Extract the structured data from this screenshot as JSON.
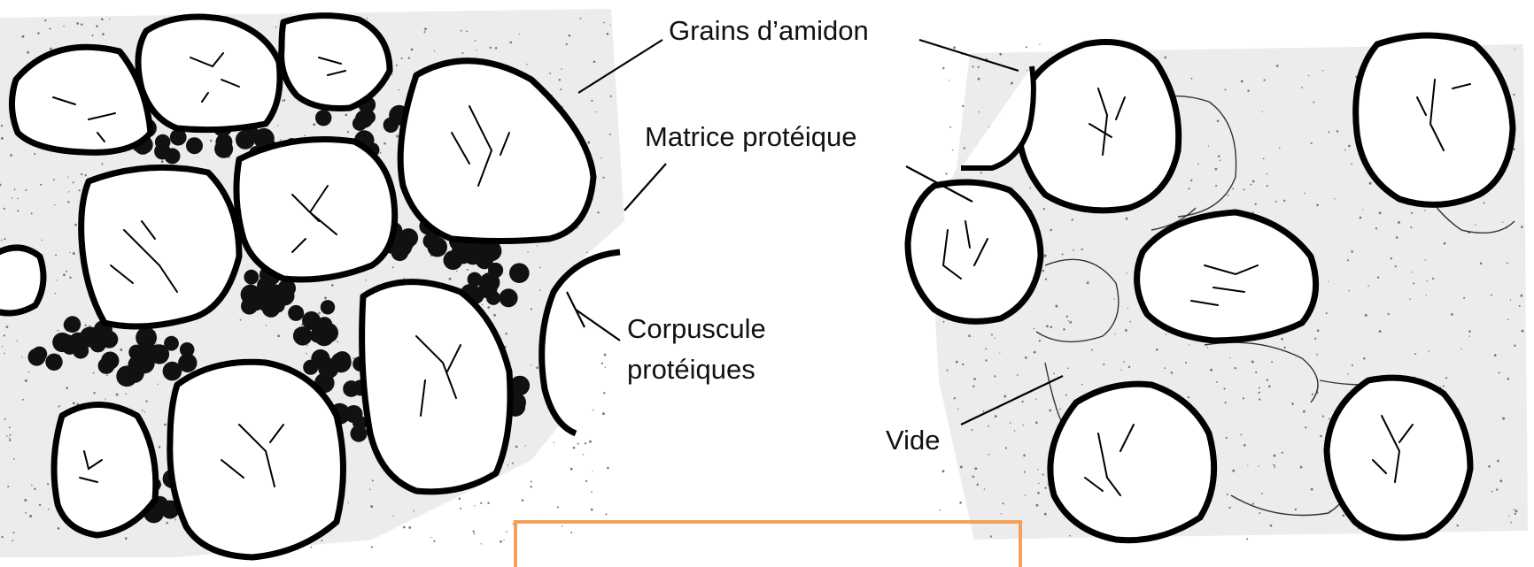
{
  "labels": {
    "starch_grains": "Grains d’amidon",
    "protein_matrix": "Matrice protéique",
    "protein_bodies_line1": "Corpuscule",
    "protein_bodies_line2": "protéiques",
    "void": "Vide"
  },
  "colors": {
    "outline": "#000000",
    "matrix_stipple": "#777777",
    "protein_body": "#111111",
    "highlight_box": "#f4a05a"
  }
}
